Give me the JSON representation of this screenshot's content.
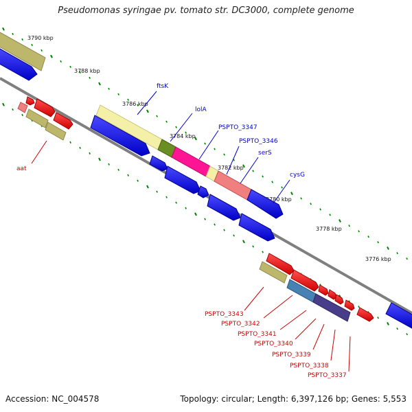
{
  "title": "Pseudomonas syringae pv. tomato str. DC3000, complete genome",
  "footer": {
    "accession": "Accession: NC_004578",
    "stats": "Topology: circular; Length: 6,397,126 bp; Genes: 5,553"
  },
  "colors": {
    "background": "#ffffff",
    "backbone": "#7f7f7f",
    "tick": "#007f00",
    "blue_gene": "#0000ff",
    "red_gene": "#ff0000",
    "khaki_gene": "#bdb76b",
    "pale_yellow": "#f5f0a8",
    "olive": "#6b8e23",
    "pink": "#ff1493",
    "salmon": "#f08080",
    "steel_blue": "#4682b4",
    "dark_slate_blue": "#483d8b",
    "label_blue": "#0000cc",
    "label_red": "#cc0000"
  },
  "ticks": [
    "3790 kbp",
    "3788 kbp",
    "3786 kbp",
    "3784 kbp",
    "3782 kbp",
    "3780 kbp",
    "3778 kbp",
    "3776 kbp"
  ],
  "top_labels": [
    "ftsK",
    "lolA",
    "PSPTO_3347",
    "PSPTO_3346",
    "serS",
    "cysG"
  ],
  "left_labels": [
    "aat"
  ],
  "bottom_labels": [
    "PSPTO_3343",
    "PSPTO_3342",
    "PSPTO_3341",
    "PSPTO_3340",
    "PSPTO_3339",
    "PSPTO_3338",
    "PSPTO_3337"
  ]
}
